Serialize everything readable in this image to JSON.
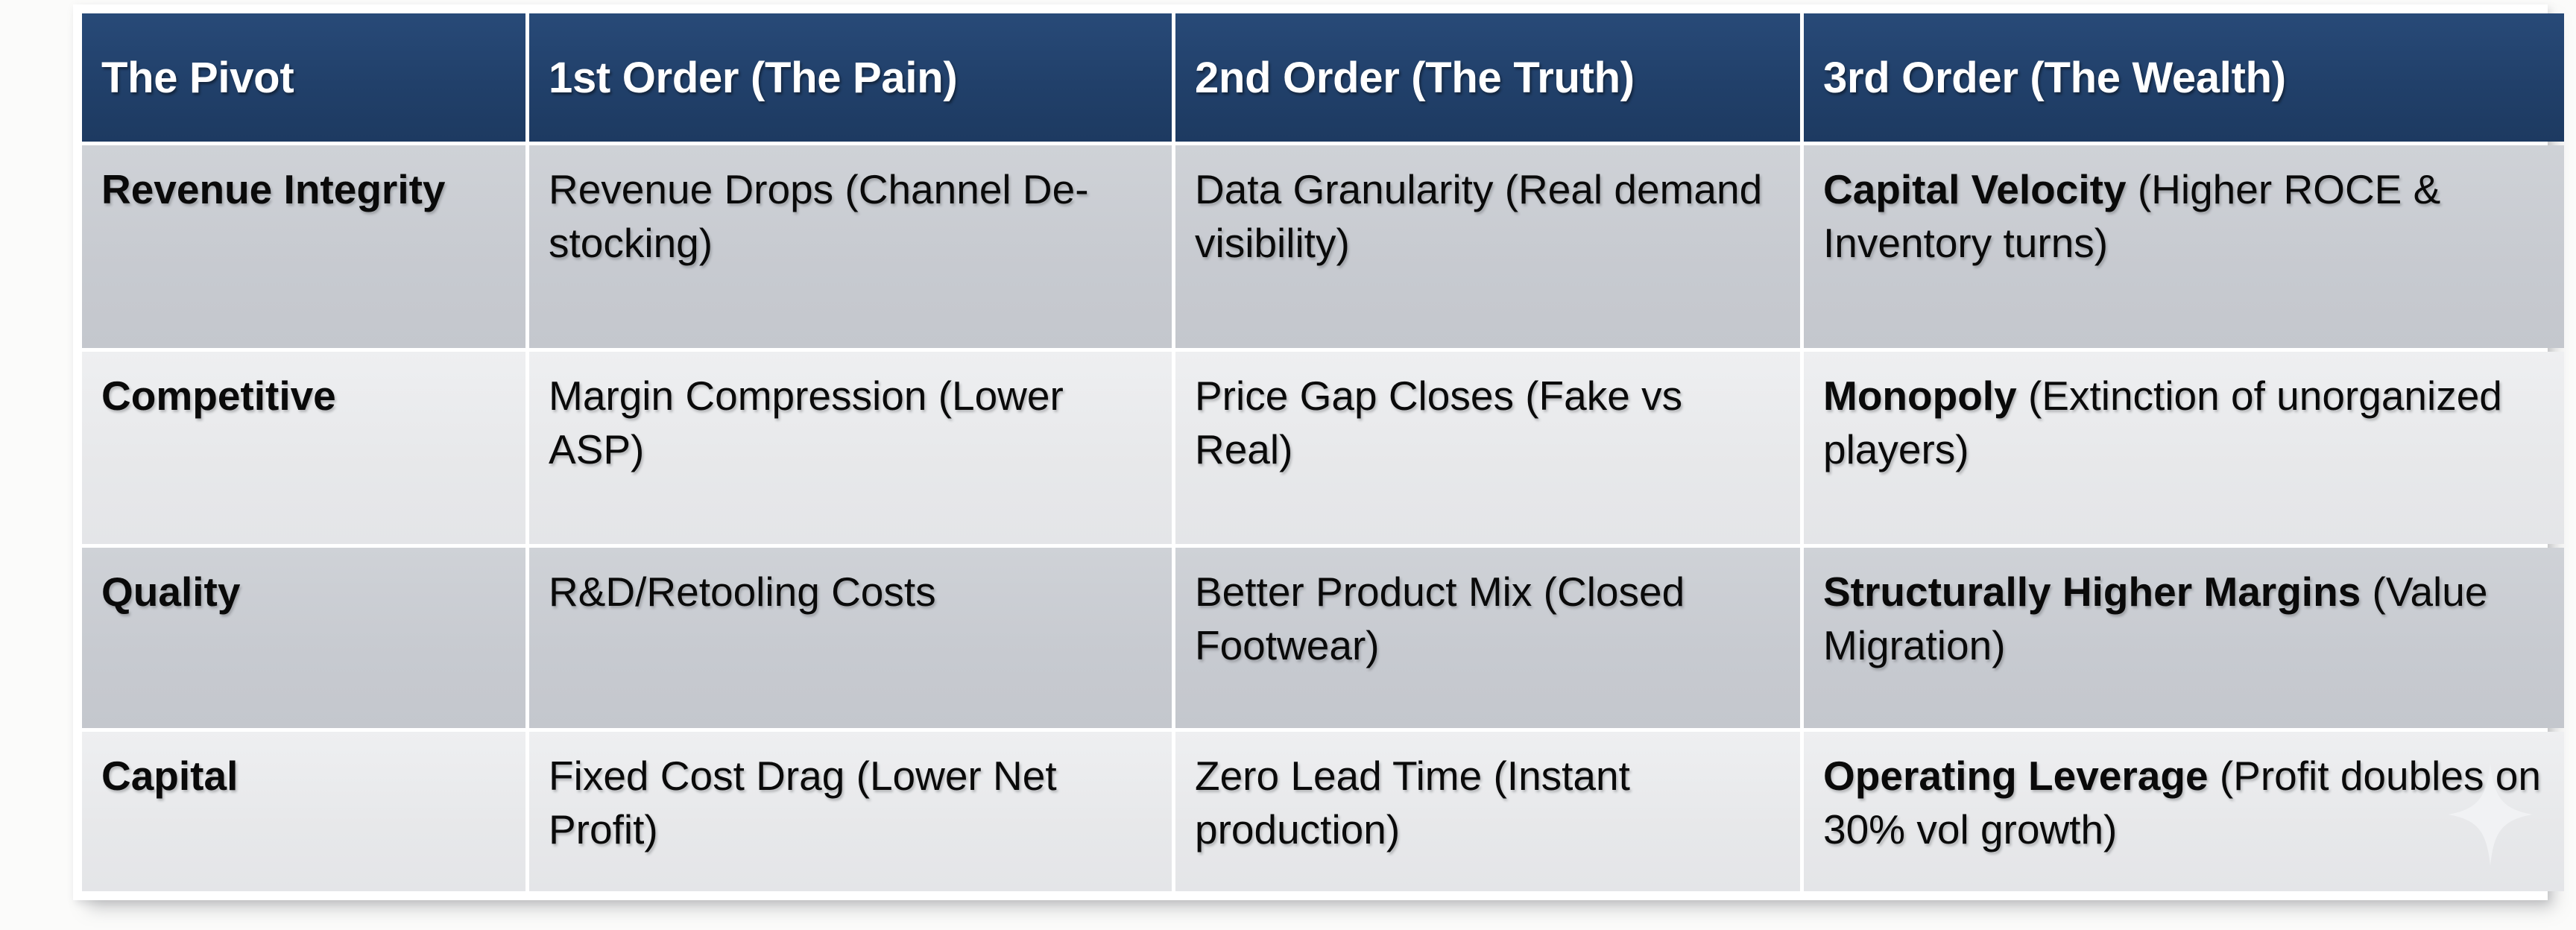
{
  "table": {
    "headers": [
      "The Pivot",
      "1st Order (The Pain)",
      "2nd Order (The Truth)",
      "3rd Order (The Wealth)"
    ],
    "rows": [
      {
        "pivot": "Revenue Integrity",
        "first_order": "Revenue Drops (Channel De-stocking)",
        "second_order": "Data Granularity (Real demand visibility)",
        "third_order_bold": "Capital Velocity",
        "third_order_rest": " (Higher ROCE & Inventory turns)"
      },
      {
        "pivot": "Competitive",
        "first_order": "Margin Compression (Lower ASP)",
        "second_order": "Price Gap Closes (Fake vs Real)",
        "third_order_bold": "Monopoly",
        "third_order_rest": " (Extinction of unorganized players)"
      },
      {
        "pivot": "Quality",
        "first_order": "R&D/Retooling Costs",
        "second_order": "Better Product Mix (Closed Footwear)",
        "third_order_bold": "Structurally Higher Margins",
        "third_order_rest": " (Value Migration)"
      },
      {
        "pivot": "Capital",
        "first_order": "Fixed Cost Drag (Lower Net Profit)",
        "second_order": "Zero Lead Time (Instant production)",
        "third_order_bold": "Operating Leverage",
        "third_order_rest": " (Profit doubles on 30% vol growth)"
      }
    ]
  },
  "decoration": {
    "sparkle": "sparkle-icon"
  },
  "colors": {
    "header_background": "#244470",
    "header_text": "#ffffff",
    "band_dark": "#c9ccd2",
    "band_light": "#e9eaec",
    "body_text": "#0a0a0a",
    "page_background": "#fbfbfa"
  }
}
